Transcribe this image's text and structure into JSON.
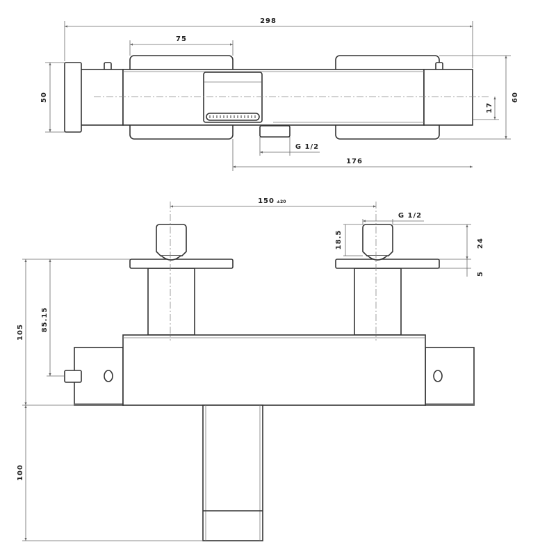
{
  "top_view": {
    "dim_overall_length": "298",
    "dim_pad_width": "75",
    "dim_height_left": "50",
    "dim_height_right": "60",
    "dim_offset": "17",
    "dim_outlet_thread": "G 1/2",
    "dim_outlet_position": "176"
  },
  "front_view": {
    "dim_inlet_spacing": "150",
    "dim_inlet_tolerance": "±20",
    "dim_inlet_thread": "G 1/2",
    "dim_knob_height": "18.5",
    "dim_connector_height": "24",
    "dim_plate_thickness": "5",
    "dim_total_height": "105",
    "dim_axis_height": "85.15",
    "dim_spout_length": "100"
  }
}
